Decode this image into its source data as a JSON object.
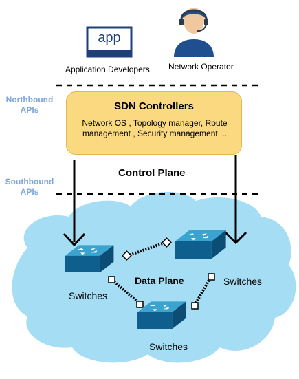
{
  "top": {
    "app_icon_text": "app",
    "app_developers_label": "Application Developers",
    "network_operator_label": "Network Operator"
  },
  "apis": {
    "northbound": "Northbound APIs",
    "southbound": "Southbound APIs"
  },
  "controller": {
    "title": "SDN Controllers",
    "description": "Network OS , Topology manager, Route management , Security management ..."
  },
  "planes": {
    "control": "Control Plane",
    "data": "Data Plane"
  },
  "switches": {
    "left": "Switches",
    "right": "Switches",
    "bottom": "Switches"
  },
  "colors": {
    "cloud_fill": "#a5def4",
    "switch_top": "#2b93c4",
    "switch_side": "#0d5d8d",
    "controller_fill": "#fbd980",
    "api_label": "#7fa7d9",
    "app_icon": "#1f3f7a"
  }
}
